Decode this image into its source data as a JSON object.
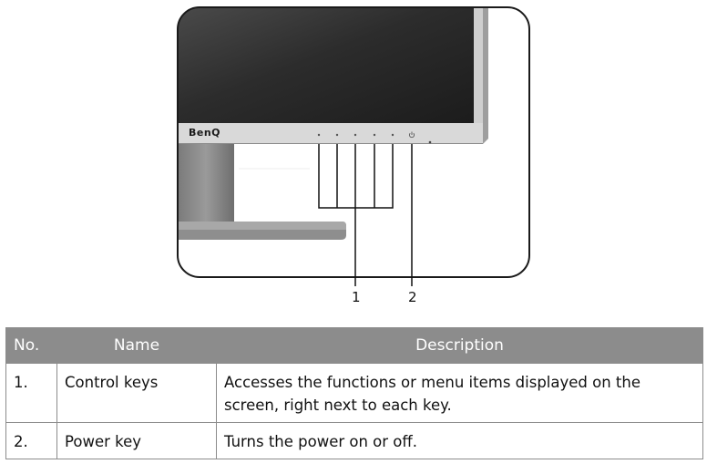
{
  "figure": {
    "brand_logo": "BenQ",
    "callouts": [
      "1",
      "2"
    ],
    "icons": [
      "monitor-illustration",
      "power-symbol-icon"
    ]
  },
  "table": {
    "headers": {
      "no": "No.",
      "name": "Name",
      "description": "Description"
    },
    "rows": [
      {
        "no": "1.",
        "name": "Control keys",
        "description": "Accesses the functions or menu items displayed on the screen, right next to each key."
      },
      {
        "no": "2.",
        "name": "Power key",
        "description": "Turns the power on or off."
      }
    ],
    "colors": {
      "header_bg": "#8c8c8c",
      "header_text": "#ffffff",
      "border": "#8c8c8c"
    }
  }
}
